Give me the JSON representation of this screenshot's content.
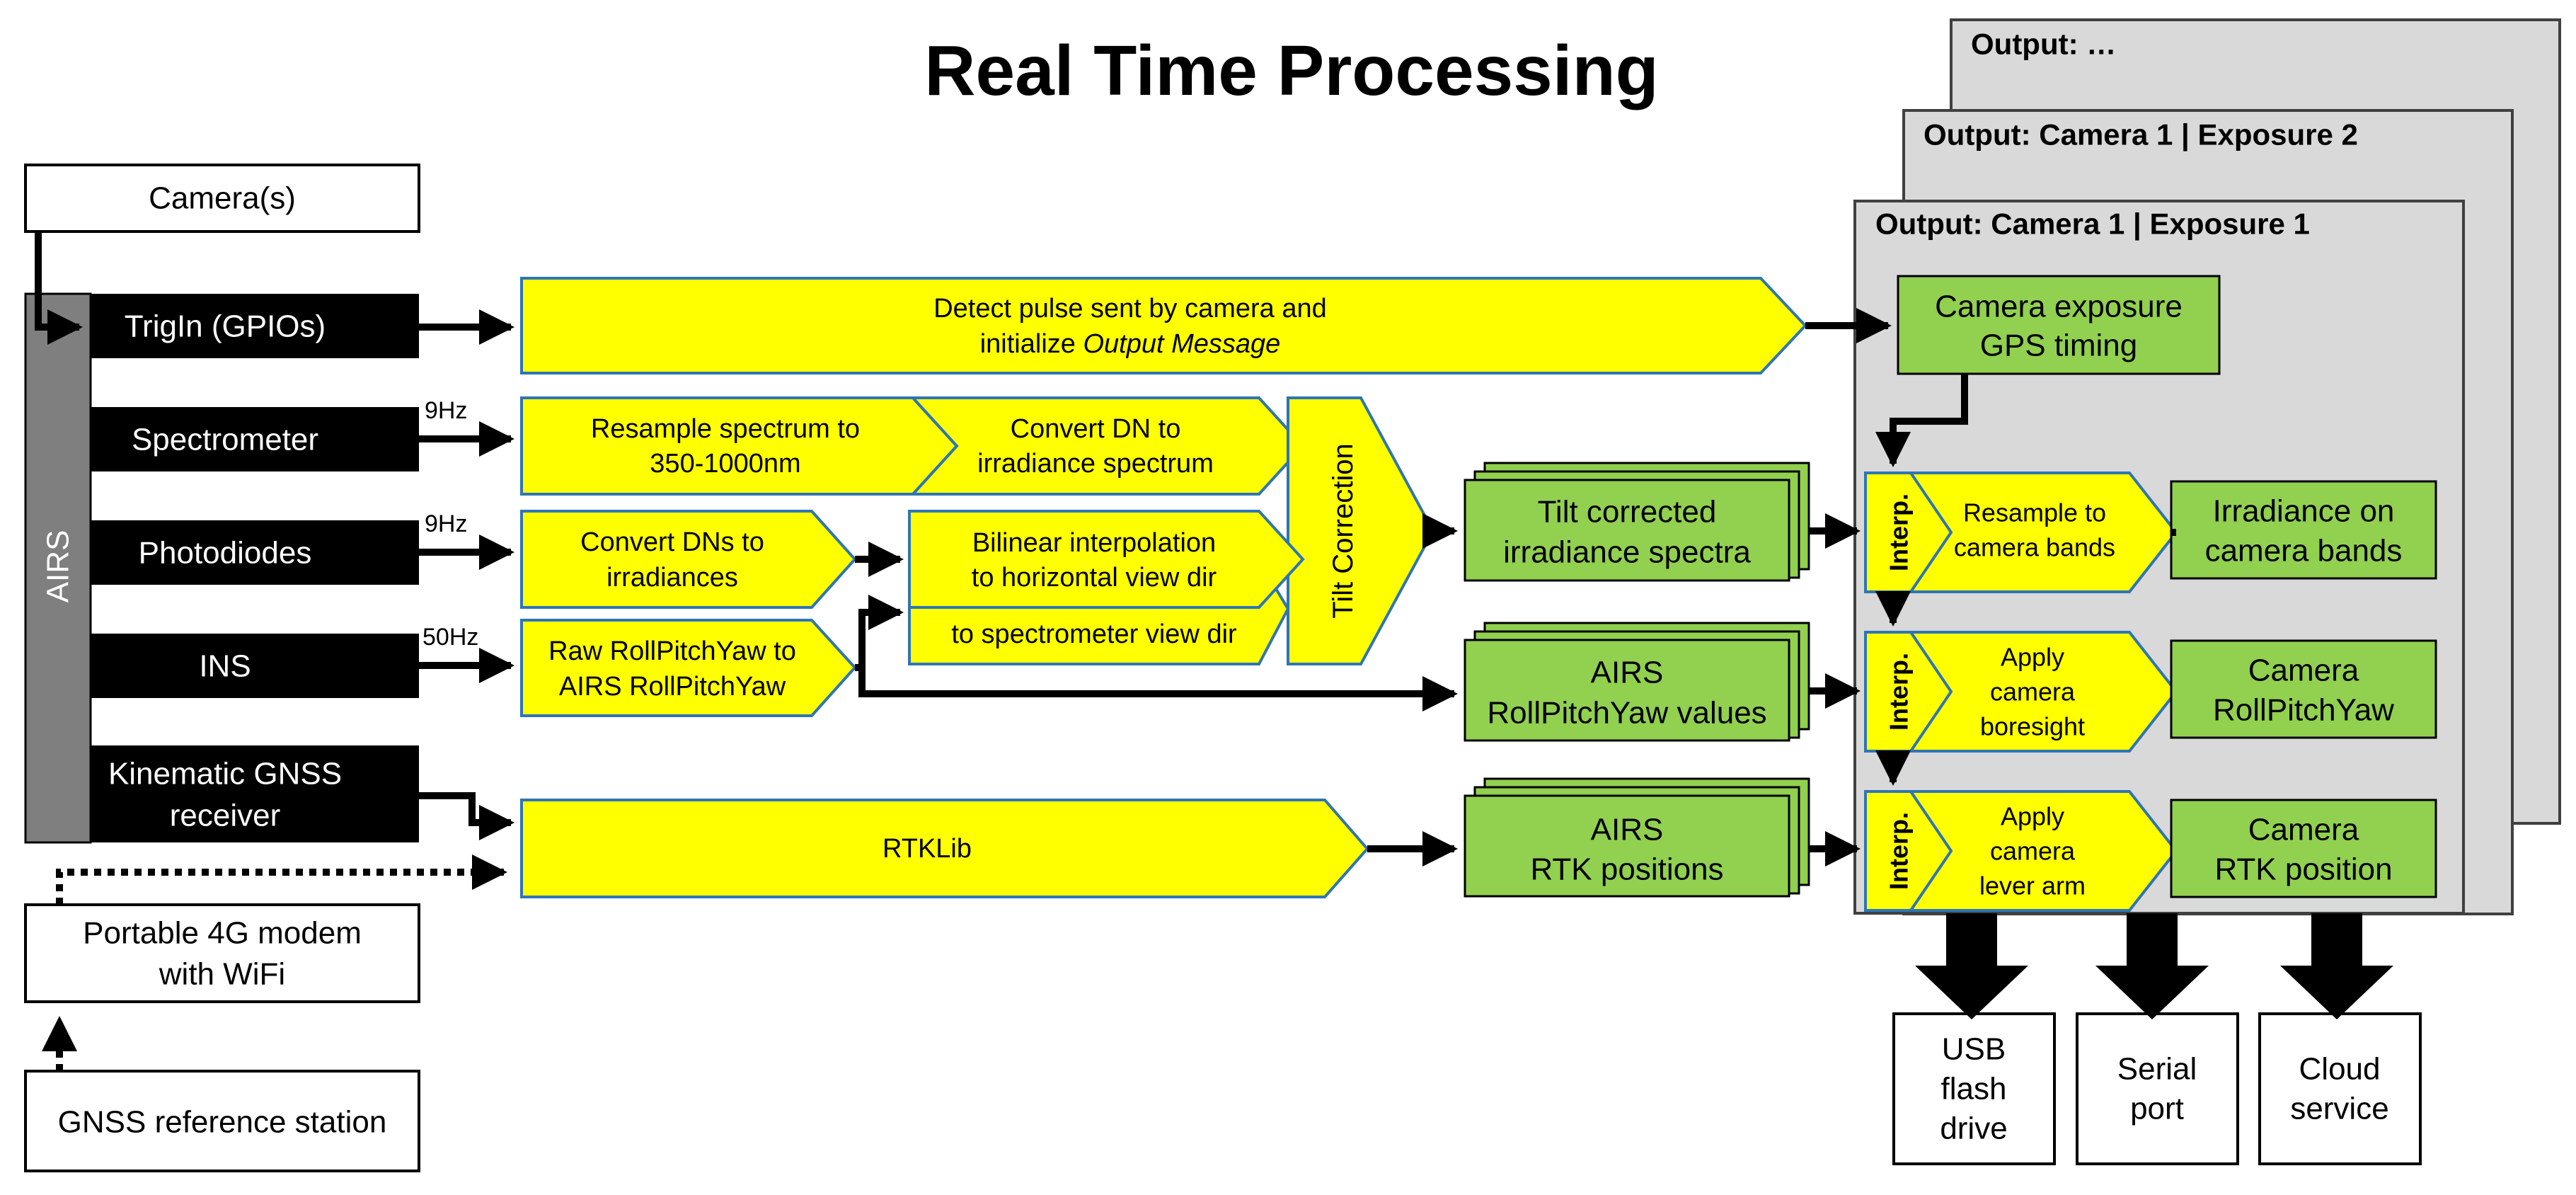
{
  "title": "Real Time Processing",
  "outputs": {
    "back": "Output: …",
    "middle": "Output: Camera 1 | Exposure 2",
    "front": "Output: Camera 1 | Exposure 1"
  },
  "inputs": {
    "cameras": "Camera(s)",
    "airs": "AIRS",
    "trigin": "TrigIn (GPIOs)",
    "spectrometer": "Spectrometer",
    "photodiodes": "Photodiodes",
    "ins": "INS",
    "gnss_line1": "Kinematic GNSS",
    "gnss_line2": "receiver",
    "modem_line1": "Portable 4G modem",
    "modem_line2": "with WiFi",
    "reference": "GNSS reference station"
  },
  "rates": {
    "spectrometer": "9Hz",
    "photodiodes": "9Hz",
    "ins": "50Hz"
  },
  "steps": {
    "detect_line1": "Detect pulse sent by camera and",
    "detect_line2_prefix": "initialize ",
    "detect_line2_em": "Output Message",
    "resample_line1": "Resample spectrum to",
    "resample_line2": "350-1000nm",
    "convert_dn_line1": "Convert DN to",
    "convert_dn_line2": "irradiance spectrum",
    "tilt": "Tilt Correction",
    "convert_dns_line1": "Convert DNs to",
    "convert_dns_line2": "irradiances",
    "bilinear_line1": "Bilinear interpolation",
    "bilinear_line2": "to horizontal view dir",
    "spec_view": "to spectrometer view dir",
    "rpy_line1": "Raw RollPitchYaw to",
    "rpy_line2": "AIRS RollPitchYaw",
    "rtklib": "RTKLib"
  },
  "intermediate": {
    "tilt_spectra_line1": "Tilt corrected",
    "tilt_spectra_line2": "irradiance spectra",
    "airs_rpy_line1": "AIRS",
    "airs_rpy_line2": "RollPitchYaw values",
    "airs_rtk_line1": "AIRS",
    "airs_rtk_line2": "RTK positions"
  },
  "output_steps": {
    "exposure_line1": "Camera exposure",
    "exposure_line2": "GPS timing",
    "interp": "Interp.",
    "resample_bands_line1": "Resample to",
    "resample_bands_line2": "camera bands",
    "boresight_line1": "Apply",
    "boresight_line2": "camera",
    "boresight_line3": "boresight",
    "leverarm_line1": "Apply",
    "leverarm_line2": "camera",
    "leverarm_line3": "lever arm",
    "irr_bands_line1": "Irradiance on",
    "irr_bands_line2": "camera bands",
    "cam_rpy_line1": "Camera",
    "cam_rpy_line2": "RollPitchYaw",
    "cam_rtk_line1": "Camera",
    "cam_rtk_line2": "RTK position"
  },
  "sinks": {
    "usb_line1": "USB",
    "usb_line2": "flash",
    "usb_line3": "drive",
    "serial_line1": "Serial",
    "serial_line2": "port",
    "cloud_line1": "Cloud",
    "cloud_line2": "service"
  },
  "colors": {
    "yellow": "#FFFF00",
    "green": "#92D050",
    "blue_border": "#2E75B6",
    "black": "#000000",
    "grey_panel": "#D9D9D9",
    "airs_bar": "#7F7F7F"
  }
}
